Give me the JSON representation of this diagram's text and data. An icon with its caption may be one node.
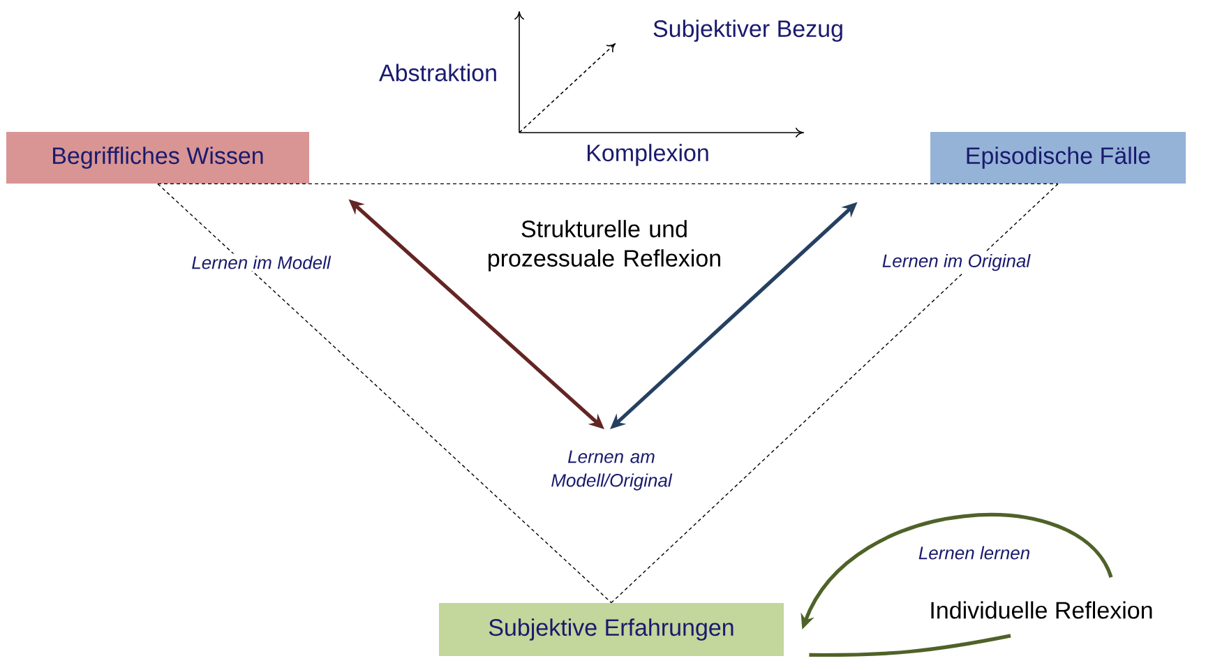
{
  "diagram": {
    "nodes": [
      {
        "text": [
          "Begriffliches Wissen"
        ]
      },
      {
        "text": [
          "Episodische Fälle"
        ]
      },
      {
        "text": [
          "Subjektive Erfahrungen"
        ]
      },
      {
        "text": [
          "Strukturelle und prozessuale Reflexion"
        ]
      },
      {
        "text": [
          "Individuelle Reflexion"
        ]
      },
      {
        "text": [
          "Lernen am Modell/Original"
        ]
      }
    ],
    "edges": [
      {
        "from": 0,
        "to": 1,
        "arrow": "none",
        "style": "dashed"
      },
      {
        "from": 0,
        "to": 2,
        "arrow": "none",
        "style": "dashed",
        "label": "Lernen im Modell"
      },
      {
        "from": 1,
        "to": 2,
        "arrow": "none",
        "style": "dashed",
        "label": "Lernen im Original"
      },
      {
        "from": 0,
        "to": 5,
        "arrow": "both",
        "color": "#632523"
      },
      {
        "from": 1,
        "to": 5,
        "arrow": "both",
        "color": "#254061"
      },
      {
        "from": 4,
        "to": 2,
        "arrow": "to",
        "color": "#4f6228",
        "label": "Lernen lernen"
      },
      {
        "from": 4,
        "to": 2,
        "arrow": "none",
        "color": "#4f6228"
      }
    ],
    "labels": [
      "Abstraktion",
      "Subjektiver Bezug",
      "Komplexion"
    ]
  }
}
